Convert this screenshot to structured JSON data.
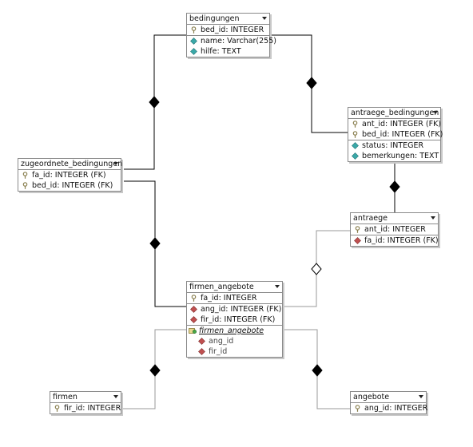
{
  "tables": {
    "bedingungen": {
      "title": "bedingungen",
      "rows": [
        {
          "icon": "key-icon",
          "text": "bed_id: INTEGER"
        },
        {
          "icon": "attribute-diamond-icon",
          "text": "name: Varchar(255)"
        },
        {
          "icon": "attribute-diamond-icon",
          "text": "hilfe: TEXT"
        }
      ]
    },
    "antraege_bedingungen": {
      "title": "antraege_bedingungen",
      "rows": [
        {
          "icon": "key-icon",
          "text": "ant_id: INTEGER (FK)"
        },
        {
          "icon": "key-icon",
          "text": "bed_id: INTEGER (FK)"
        },
        {
          "icon": "attribute-diamond-icon",
          "text": "status: INTEGER"
        },
        {
          "icon": "attribute-diamond-icon",
          "text": "bemerkungen: TEXT"
        }
      ]
    },
    "zugeordnete_bedingungen": {
      "title": "zugeordnete_bedingungen",
      "rows": [
        {
          "icon": "key-icon",
          "text": "fa_id: INTEGER (FK)"
        },
        {
          "icon": "key-icon",
          "text": "bed_id: INTEGER (FK)"
        }
      ]
    },
    "antraege": {
      "title": "antraege",
      "rows": [
        {
          "icon": "key-icon",
          "text": "ant_id: INTEGER"
        },
        {
          "icon": "foreign-key-diamond-icon",
          "text": "fa_id: INTEGER (FK)"
        }
      ]
    },
    "firmen_angebote": {
      "title": "firmen_angebote",
      "rows": [
        {
          "icon": "key-icon",
          "text": "fa_id: INTEGER"
        },
        {
          "icon": "foreign-key-diamond-icon",
          "text": "ang_id: INTEGER (FK)"
        },
        {
          "icon": "foreign-key-diamond-icon",
          "text": "fir_id: INTEGER (FK)"
        }
      ],
      "index": {
        "icon": "index-icon",
        "name": "firmen_angebote",
        "columns": [
          "ang_id",
          "fir_id"
        ]
      }
    },
    "firmen": {
      "title": "firmen",
      "rows": [
        {
          "icon": "key-icon",
          "text": "fir_id: INTEGER"
        }
      ]
    },
    "angebote": {
      "title": "angebote",
      "rows": [
        {
          "icon": "key-icon",
          "text": "ang_id: INTEGER"
        }
      ]
    }
  },
  "colors": {
    "identifying_line": "#000000",
    "non_identifying_line": "#9a9a9a",
    "attribute_diamond": "#3aa8a8",
    "foreign_key_diamond": "#c05050",
    "key_icon": "#b8b080"
  },
  "relationships": [
    {
      "from": "bedingungen",
      "to": "zugeordnete_bedingungen",
      "style": "identifying"
    },
    {
      "from": "bedingungen",
      "to": "antraege_bedingungen",
      "style": "identifying"
    },
    {
      "from": "antraege",
      "to": "antraege_bedingungen",
      "style": "identifying"
    },
    {
      "from": "firmen_angebote",
      "to": "zugeordnete_bedingungen",
      "style": "identifying"
    },
    {
      "from": "firmen_angebote",
      "to": "antraege",
      "style": "non-identifying"
    },
    {
      "from": "firmen",
      "to": "firmen_angebote",
      "style": "non-identifying"
    },
    {
      "from": "angebote",
      "to": "firmen_angebote",
      "style": "non-identifying"
    }
  ]
}
